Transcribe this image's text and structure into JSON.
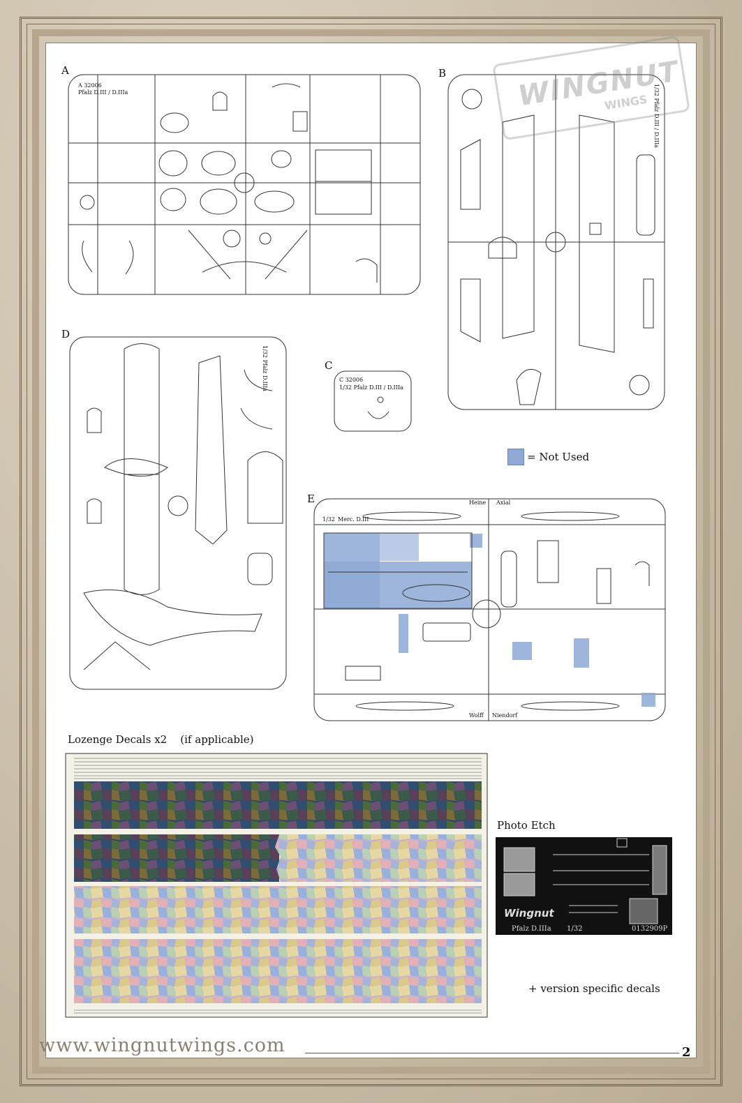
{
  "sprues": {
    "a": {
      "letter": "A",
      "tag_code": "A 32006",
      "tag_name": "Pfalz D.III / D.IIIa"
    },
    "b": {
      "letter": "B",
      "tag_name": "1/32 Pfalz D.III / D.IIIa"
    },
    "c": {
      "letter": "C",
      "tag_code": "C 32006",
      "tag_name": "1/32 Pfalz D.III / D.IIIa"
    },
    "d": {
      "letter": "D",
      "tag_name": "1/32 Pfalz D.IIIa"
    },
    "e": {
      "letter": "E",
      "tag_scale": "1/32",
      "tag_name": "Merc. D.III",
      "prop_labels": [
        "Heine",
        "Axial",
        "Wolff",
        "Niendorf"
      ]
    }
  },
  "legend": {
    "label": "= Not Used",
    "color": "#8ea9d6"
  },
  "decals": {
    "caption": "Lozenge Decals x2",
    "note": "(if applicable)"
  },
  "photo_etch": {
    "caption": "Photo Etch",
    "product": "Pfalz D.IIIa",
    "scale": "1/32",
    "code": "0132909P",
    "logo": "Wingnut"
  },
  "version_note": "+ version specific decals",
  "watermark": {
    "brand": "WINGNUT",
    "sub": "WINGS"
  },
  "footer": {
    "url": "www.wingnutwings.com",
    "page_number": "2"
  },
  "colors": {
    "not_used_blue": "#8ea9d6",
    "frame": "#b5a68d"
  }
}
